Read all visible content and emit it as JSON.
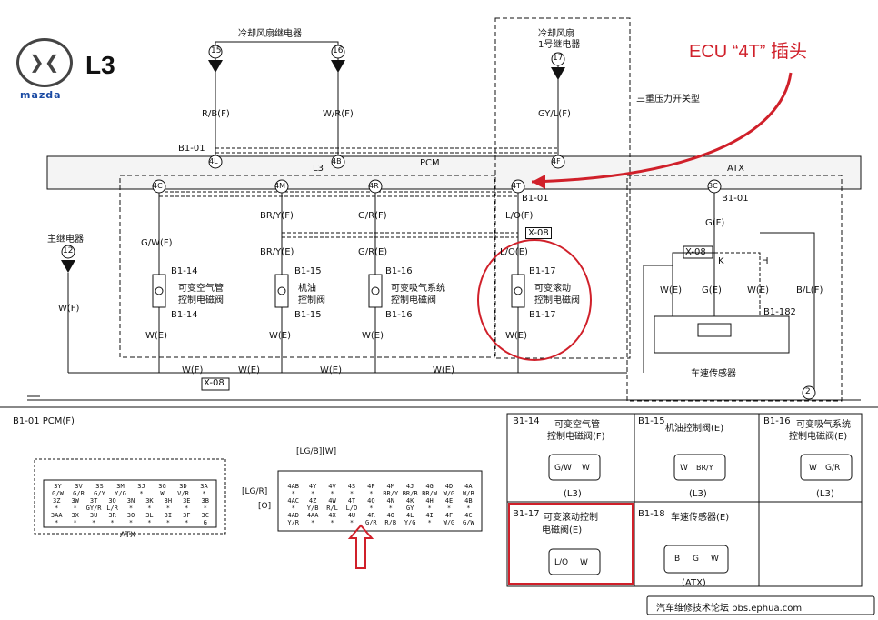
{
  "header": {
    "model": "L3",
    "logo_text": "mazda",
    "annotation": "ECU “4T” 插头",
    "subtitle": "三重压力开关型"
  },
  "relays": {
    "fan_relay": "冷却风扇继电器",
    "fan_relay_no1": [
      "冷却风扇",
      "1号继电器"
    ],
    "main_relay": "主继电器",
    "terminals": [
      "15",
      "16",
      "17",
      "12"
    ]
  },
  "pcm": {
    "connector": "B1-01",
    "label": "PCM",
    "l3": "L3",
    "atx": "ATX",
    "pins": [
      "4L",
      "4B",
      "4F",
      "4C",
      "4M",
      "4R",
      "4T",
      "3C"
    ]
  },
  "wires": {
    "rbf": "R/B(F)",
    "wrf": "W/R(F)",
    "gylf": "GY/L(F)",
    "gwf": "G/W(F)",
    "bryf": "BR/Y(F)",
    "grf": "G/R(F)",
    "lof": "L/O(F)",
    "gf": "G(F)",
    "bry_e": "BR/Y(E)",
    "gr_e": "G/R(E)",
    "lo_e": "L/O(E)",
    "we": "W(E)",
    "wf": "W(F)",
    "ge": "G(E)",
    "blf": "B/L(F)",
    "k": "K",
    "h": "H",
    "x08": "X-08",
    "b1_182": "B1-182",
    "ground_no": "2"
  },
  "components": [
    {
      "code": "B1-14",
      "name": [
        "可变空气管",
        "控制电磁阀"
      ]
    },
    {
      "code": "B1-15",
      "name": [
        "机油",
        "控制阀"
      ]
    },
    {
      "code": "B1-16",
      "name": [
        "可变吸气系统",
        "控制电磁阀"
      ]
    },
    {
      "code": "B1-17",
      "name": [
        "可变滚动",
        "控制电磁阀"
      ]
    }
  ],
  "speed_sensor": "车速传感器",
  "bottom": {
    "pcm_connector": "B1-01  PCM(F)",
    "atx": "ATX",
    "lgb_w": "[LG/B][W]",
    "lg_r": "[LG/R]",
    "o": "[O]",
    "left_grid": [
      [
        "3Y",
        "3V",
        "3S",
        "3M",
        "3J",
        "3G",
        "3D",
        "3A"
      ],
      [
        "G/W",
        "G/R",
        "G/Y",
        "Y/G",
        "*",
        "W",
        "V/R",
        "*"
      ],
      [
        "3Z",
        "3W",
        "3T",
        "3Q",
        "3N",
        "3K",
        "3H",
        "3E",
        "3B"
      ],
      [
        "*",
        "*",
        "GY/R",
        "L/R",
        "*",
        "*",
        "*",
        "*",
        "*"
      ],
      [
        "3AA",
        "3X",
        "3U",
        "3R",
        "3O",
        "3L",
        "3I",
        "3F",
        "3C"
      ],
      [
        "*",
        "*",
        "*",
        "*",
        "*",
        "*",
        "*",
        "*",
        "G"
      ]
    ],
    "right_grid": [
      [
        "4AB",
        "4Y",
        "4V",
        "4S",
        "4P",
        "4M",
        "4J",
        "4G",
        "4D",
        "4A"
      ],
      [
        "*",
        "*",
        "*",
        "*",
        "*",
        "BR/Y",
        "BR/B",
        "BR/W",
        "W/G",
        "W/B"
      ],
      [
        "4AC",
        "4Z",
        "4W",
        "4T",
        "4Q",
        "4N",
        "4K",
        "4H",
        "4E",
        "4B"
      ],
      [
        "*",
        "Y/B",
        "R/L",
        "L/O",
        "*",
        "*",
        "GY",
        "*",
        "*",
        "*"
      ],
      [
        "4AD",
        "4AA",
        "4X",
        "4U",
        "4R",
        "4O",
        "4L",
        "4I",
        "4F",
        "4C"
      ],
      [
        "Y/R",
        "*",
        "*",
        "*",
        "G/R",
        "R/B",
        "Y/G",
        "*",
        "W/G",
        "G/W"
      ]
    ]
  },
  "connector_views": [
    {
      "code": "B1-14",
      "title": [
        "可变空气管",
        "控制电磁阀(F)"
      ],
      "pins": [
        "G/W",
        "W"
      ],
      "model": "(L3)"
    },
    {
      "code": "B1-15",
      "title": [
        "机油控制阀(E)"
      ],
      "pins": [
        "W",
        "BR/Y"
      ],
      "model": "(L3)"
    },
    {
      "code": "B1-16",
      "title": [
        "可变吸气系统",
        "控制电磁阀(E)"
      ],
      "pins": [
        "W",
        "G/R"
      ],
      "model": "(L3)"
    },
    {
      "code": "B1-17",
      "title": [
        "可变滚动控制",
        "电磁阀(E)"
      ],
      "pins": [
        "L/O",
        "W"
      ],
      "model": ""
    },
    {
      "code": "B1-18",
      "title": [
        "车速传感器(E)"
      ],
      "pins": [
        "B",
        "G",
        "W"
      ],
      "model": "(ATX)"
    }
  ],
  "footer": "汽车维修技术论坛 bbs.ephua.com",
  "colors": {
    "line": "#111111",
    "accent_red": "#d0202a",
    "band": "#f4f4f4"
  }
}
